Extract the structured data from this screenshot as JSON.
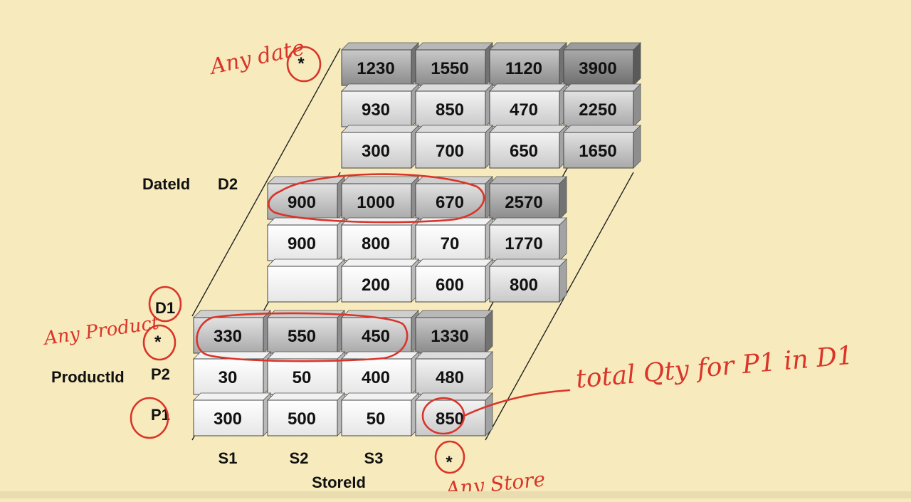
{
  "layers": {
    "back": {
      "rows": [
        [
          "1230",
          "1550",
          "1120",
          "3900"
        ],
        [
          "930",
          "850",
          "470",
          "2250"
        ],
        [
          "300",
          "700",
          "650",
          "1650"
        ]
      ],
      "shades": [
        [
          "dark",
          "dark",
          "dark",
          "darker"
        ],
        [
          "light",
          "light",
          "light",
          "mid"
        ],
        [
          "light",
          "light",
          "light",
          "mid"
        ]
      ]
    },
    "middle": {
      "rows": [
        [
          "900",
          "1000",
          "670",
          "2570"
        ],
        [
          "900",
          "800",
          "70",
          "1770"
        ],
        [
          "",
          "200",
          "600",
          "800"
        ]
      ],
      "shades": [
        [
          "mid",
          "mid",
          "mid",
          "dark"
        ],
        [
          "white",
          "white",
          "white",
          "light"
        ],
        [
          "white",
          "white",
          "white",
          "light"
        ]
      ]
    },
    "front": {
      "rows": [
        [
          "330",
          "550",
          "450",
          "1330"
        ],
        [
          "30",
          "50",
          "400",
          "480"
        ],
        [
          "300",
          "500",
          "50",
          "850"
        ]
      ],
      "shades": [
        [
          "mid",
          "mid",
          "mid",
          "dark"
        ],
        [
          "white",
          "white",
          "white",
          "light"
        ],
        [
          "white",
          "white",
          "white",
          "light"
        ]
      ]
    }
  },
  "axes": {
    "dateid_label": "DateId",
    "d2_label": "D2",
    "d1_label": "D1",
    "star_product": "*",
    "productid_label": "ProductId",
    "p2_label": "P2",
    "p1_label": "P1",
    "store_labels": [
      "S1",
      "S2",
      "S3",
      "*"
    ],
    "storeid_label": "StoreId",
    "star_date": "*"
  },
  "annotations": {
    "any_date": "Any date",
    "any_product": "Any Product",
    "any_store": "Any Store",
    "total_note": "total Qty for P1 in D1"
  },
  "colors": {
    "background": "#f7ebbd",
    "ink": "#d9352a"
  }
}
